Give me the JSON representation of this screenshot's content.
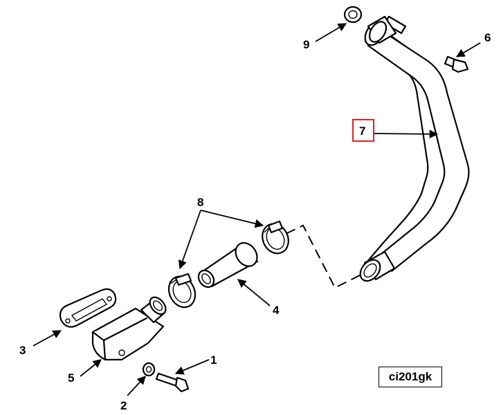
{
  "callouts": {
    "c1": "1",
    "c2": "2",
    "c3": "3",
    "c4": "4",
    "c5": "5",
    "c6": "6",
    "c7": "7",
    "c8": "8",
    "c9": "9"
  },
  "figure_code": "ci201gk",
  "colors": {
    "highlight": "#d8232a",
    "line": "#000000",
    "background": "#ffffff"
  },
  "highlighted_callout": "7"
}
